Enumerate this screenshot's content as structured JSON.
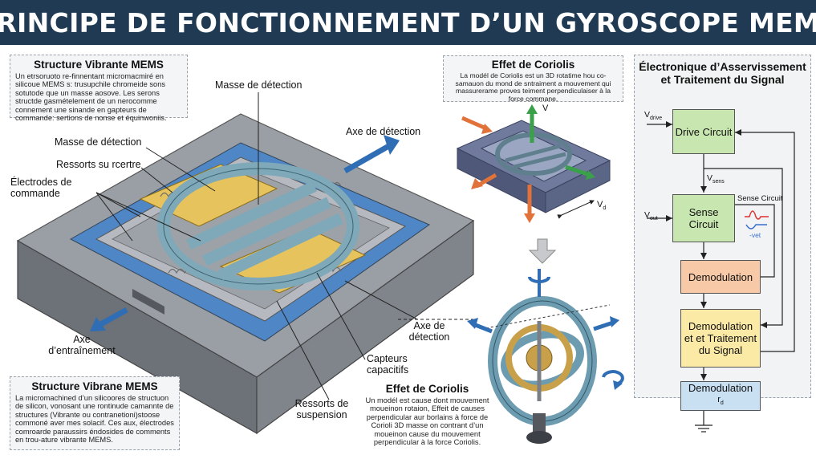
{
  "title": "PRINCIPE DE FONCTIONNEMENT D’UN GYROSCOPE MEMS",
  "note_top_left": {
    "title": "Structure Vibrante MEMS",
    "text": "Un etrsoruoto re-finnentant micromacmiré en silicoue MEMS s: trusupchile chromeide sons sotutode que un masse aosove. Les serons structde gasmételement de un nerocomme connement une sinande en gapteurs de commande: sertions de nonse et équinwoniis."
  },
  "note_bottom_left": {
    "title": "Structure Vibrane MEMS",
    "text": "La micromachined d’un silicoores de structuon de silicon, vonosant une rontinude camannte de structures (Vibrante ou contranetioni)stoose commoné aver mes solacif. Ces aux, électrodes comroarde paraussirs éndosides de comments en trou-ature vibrante MEMS."
  },
  "note_coriolis_top": {
    "title": "Effet de Coriolis",
    "text": "La modél de Coriolis est un 3D rotatime hou co-samauon du mond de sntraiment a mouvement qui massurerame proves teiment perpendiculaiser à la force commane."
  },
  "note_coriolis_bottom": {
    "title": "Effet de Coriolis",
    "text": "Un modél est cause dont mouvement moueinon rotaion, Effeit de causes perpendicular aur borlains à force de Corioli 3D masse on contrant d’un moueinon cause du mouvement perpendicular à la force Coriolis."
  },
  "labels": {
    "masse_top": "Masse de détection",
    "masse_left": "Masse de détection",
    "ressorts_left": "Ressorts su rcertre",
    "electrodes": "Électrodes de commande",
    "axe_detection_top": "Axe de détection",
    "axe_entrainement": "Axe d’entraînement",
    "axe_detection_right": "Axe de détection",
    "capteurs": "Capteurs capacitifs",
    "ressorts_suspension": "Ressorts de suspension",
    "v_axis": "V",
    "vd_main": "V",
    "vd_sub": "d"
  },
  "panel": {
    "title": "Électronique d’Asservissement et Traitement du Signal",
    "drive": "Drive Circuit",
    "sense": "Sense Circuit",
    "demod1": "Demodulation",
    "demod2": "Demodulation et et Traitement du Signal",
    "demod3": "Demodulation",
    "out_main": "r",
    "out_sub": "d",
    "vdrive_main": "V",
    "vdrive_sub": "drive",
    "vsens_main": "V",
    "vsens_sub": "sens",
    "vout_main": "V",
    "vout_sub": "out",
    "sense_side": "Sense Circuit",
    "wave_label": "-vet"
  },
  "colors": {
    "banner": "#1f3a52",
    "frame": "#8a8f96",
    "cavity_blue": "#4f86c6",
    "electrode_gold": "#e6c35c",
    "ring_teal": "#7fa9b8",
    "arrow_blue": "#2f6eb5",
    "arrow_orange": "#e0723a",
    "arrow_green": "#3aa049",
    "drive_green": "#c8e6b0",
    "demod_orange": "#f7c9a6",
    "demod_yellow": "#fbe9a6",
    "out_blue": "#c9dff2"
  }
}
